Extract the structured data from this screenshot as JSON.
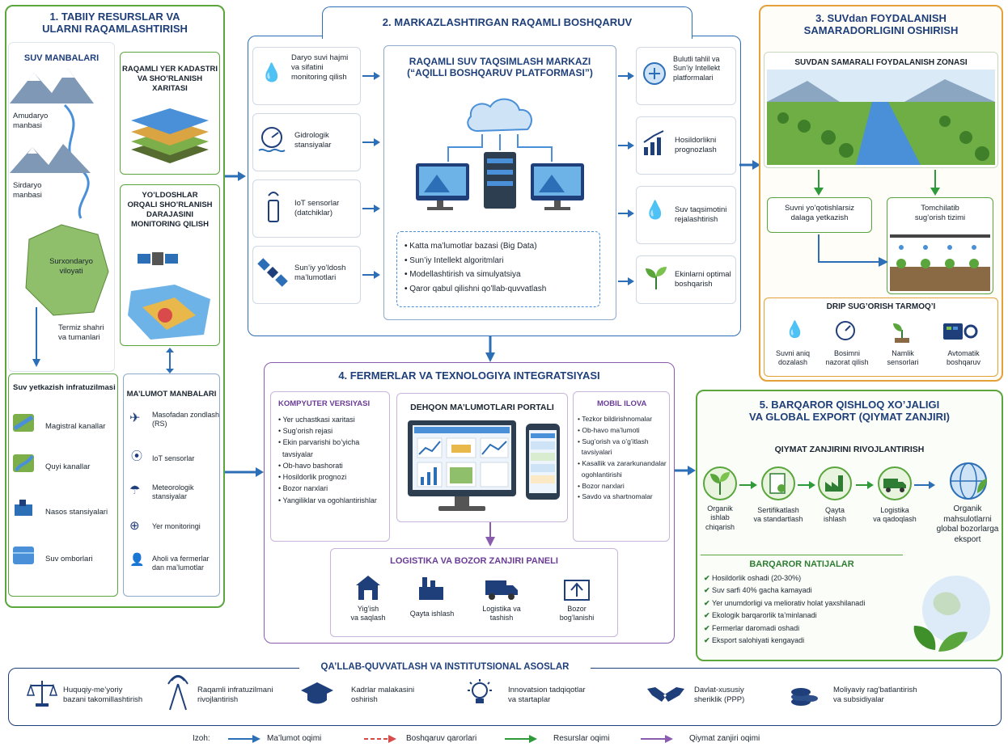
{
  "s1": {
    "title1": "1. TABIIY RESURSLAR VA",
    "title2": "ULARNI RAQAMLASHTIRISH",
    "water_sources": "SUV MANBALARI",
    "amu1": "Amudaryo",
    "amu2": "manbasi",
    "sir1": "Sirdaryo",
    "sir2": "manbasi",
    "surx1": "Surxondaryo",
    "surx2": "viloyati",
    "termez1": "Termiz shahri",
    "termez2": "va tumanlari",
    "kadastr1": "RAQAMLI YER KADASTRI",
    "kadastr2": "VA SHO’RLANISH",
    "kadastr3": "XARITASI",
    "sat1": "YO’LDOSHLAR",
    "sat2": "ORQALI SHO’RLANISH",
    "sat3": "DARAJASINI",
    "sat4": "MONITORING QILISH",
    "infra_title": "Suv yetkazish infratuzilmasi",
    "infra": [
      "Magistral kanallar",
      "Quyi kanallar",
      "Nasos stansiyalari",
      "Suv omborlari"
    ],
    "data_title": "MA’LUMOT MANBALARI",
    "data_items": [
      [
        "Masofadan zondlash",
        "(RS)"
      ],
      [
        "IoT sensorlar",
        ""
      ],
      [
        "Meteorologik",
        "stansiyalar"
      ],
      [
        "Yer monitoringi",
        ""
      ],
      [
        "Aholi va fermerlar",
        "dan ma’lumotlar"
      ]
    ]
  },
  "s2": {
    "title": "2. MARKAZLASHTIRGAN RAQAMLI BOSHQARUV",
    "left": [
      [
        "Daryo suvi hajmi",
        "va sifatini",
        "monitoring qilish"
      ],
      [
        "Gidrologik",
        "stansiyalar",
        ""
      ],
      [
        "IoT sensorlar",
        "(datchiklar)",
        ""
      ],
      [
        "Sun’iy yo’ldosh",
        "ma’lumotlari",
        ""
      ]
    ],
    "center1": "RAQAMLI SUV TAQSIMLASH MARKAZI",
    "center2": "(“AQILLI BOSHQARUV PLATFORMASI”)",
    "bullets": [
      "Katta ma’lumotlar bazasi (Big Data)",
      "Sun’iy Intellekt algoritmlari",
      "Modellashtirish va simulyatsiya",
      "Qaror qabul qilishni qo’llab-quvvatlash"
    ],
    "right": [
      [
        "Bulutli tahlil va",
        "Sun’iy Intellekt",
        "platformalari"
      ],
      [
        "Hosildorlikni",
        "prognozlash",
        ""
      ],
      [
        "Suv taqsimotini",
        "rejalashtirish",
        ""
      ],
      [
        "Ekinlarni optimal",
        "boshqarish",
        ""
      ]
    ]
  },
  "s3": {
    "title1": "3. SUVdan FOYDALANISH",
    "title2": "SAMARADORLIGINI OSHIRISH",
    "zone": "SUVDAN SAMARALI FOYDALANISH ZONASI",
    "lossless1": "Suvni yo’qotishlarsiz",
    "lossless2": "dalaga yetkazish",
    "drip1": "Tomchilatib",
    "drip2": "sug’orish tizimi",
    "net": "DRIP SUG’ORISH TARMOQ’I",
    "items": [
      [
        "Suvni aniq",
        "dozalash"
      ],
      [
        "Bosimni",
        "nazorat qilish"
      ],
      [
        "Namlik",
        "sensorlari"
      ],
      [
        "Avtomatik",
        "boshqaruv"
      ]
    ]
  },
  "s4": {
    "title": "4. FERMERLAR VA TEXNOLOGIYA INTEGRATSIYASI",
    "pc_title": "KOMPYUTER VERSIYASI",
    "pc": [
      "Yer uchastkasi xaritasi",
      "Sug’orish rejasi",
      "Ekin parvarishi bo’yicha",
      "tavsiyalar",
      "Ob-havo bashorati",
      "Hosildorlik prognozi",
      "Bozor narxlari",
      "Yangiliklar va ogohlantirishlar"
    ],
    "portal": "DEHQON MA’LUMOTLARI PORTALI",
    "mob_title": "MOBIL ILOVA",
    "mob": [
      "Tezkor bildirishnomalar",
      "Ob-havo ma’lumoti",
      "Sug’orish va o’g’itlash",
      "tavsiyalari",
      "Kasallik va zararkunandalar",
      "ogohlantirishi",
      "Bozor narxlari",
      "Savdo va shartnomalar"
    ],
    "log_title": "LOGISTIKA VA BOZOR ZANJIRI PANELI",
    "log": [
      [
        "Yig’ish",
        "va saqlash"
      ],
      [
        "Qayta ishlash",
        ""
      ],
      [
        "Logistika va",
        "tashish"
      ],
      [
        "Bozor",
        "bog’lanishi"
      ]
    ]
  },
  "s5": {
    "title1": "5. BARQAROR QISHLOQ XO’JALIGI",
    "title2": "VA GLOBAL EXPORT (QIYMAT ZANJIRI)",
    "chain_title": "QIYMAT ZANJIRINI RIVOJLANTIRISH",
    "chain": [
      [
        "Organik",
        "ishlab",
        "chiqarish"
      ],
      [
        "Sertifikatlash",
        "va standartlash",
        ""
      ],
      [
        "Qayta",
        "ishlash",
        ""
      ],
      [
        "Logistika",
        "va qadoqlash",
        ""
      ]
    ],
    "export": [
      "Organik",
      "mahsulotlarni",
      "global bozorlarga",
      "eksport"
    ],
    "res_title": "BARQAROR NATIJALAR",
    "results": [
      "Hosildorlik oshadi (20-30%)",
      "Suv sarfi 40% gacha kamayadi",
      "Yer unumdorligi va meliorativ holat yaxshilanadi",
      "Ekologik barqarorlik ta’minlanadi",
      "Fermerlar daromadi oshadi",
      "Eksport salohiyati kengayadi"
    ]
  },
  "support": {
    "title": "QA’LLAB-QUVVATLASH VA INSTITUTSIONAL ASOSLAR",
    "items": [
      [
        "Huquqiy-me’yoriy",
        "bazani takomillashtirish"
      ],
      [
        "Raqamli infratuzilmani",
        "rivojlantirish"
      ],
      [
        "Kadrlar malakasini",
        "oshirish"
      ],
      [
        "Innovatsion tadqiqotlar",
        "va startaplar"
      ],
      [
        "Davlat-xususiy",
        "sheriklik (PPP)"
      ],
      [
        "Moliyaviy rag’batlantirish",
        "va subsidiyalar"
      ]
    ]
  },
  "legend": {
    "label": "Izoh:",
    "items": [
      "Ma’lumot oqimi",
      "Boshqaruv qarorlari",
      "Resurslar oqimi",
      "Qiymat zanjiri oqimi"
    ]
  },
  "colors": {
    "green": "#5aa63c",
    "blue": "#2d6fb6",
    "orange": "#e4a13a",
    "purple": "#8a5cb0",
    "navy": "#1f3f7a"
  }
}
